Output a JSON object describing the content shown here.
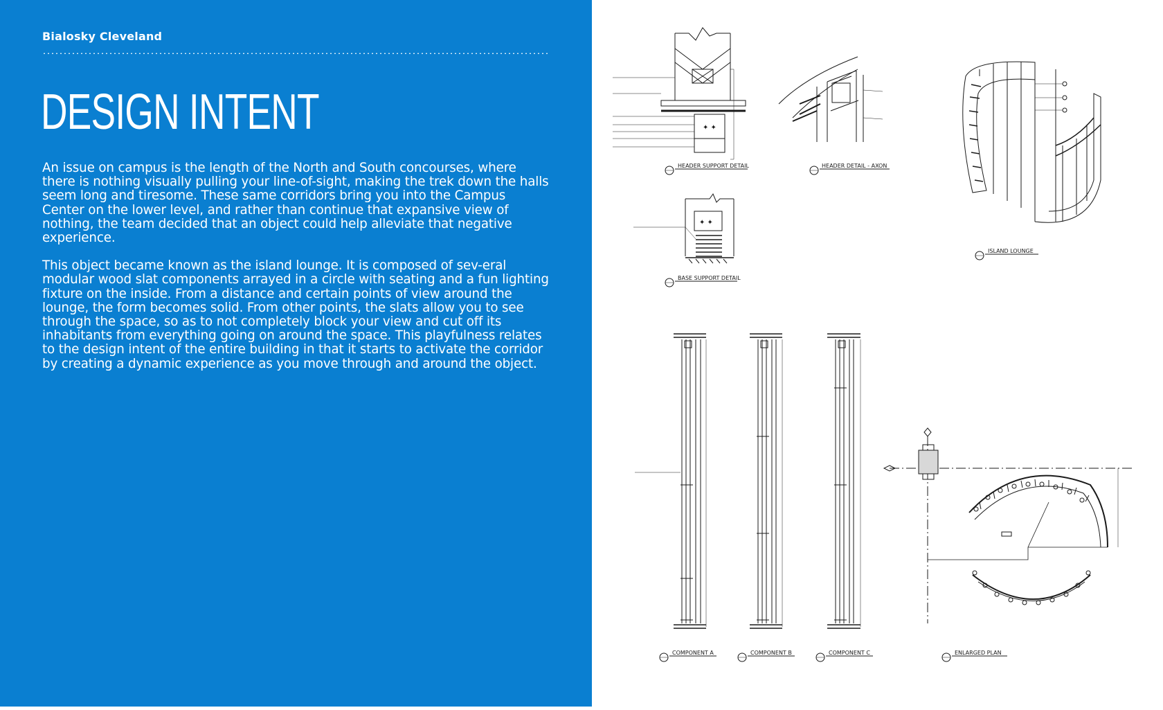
{
  "brand": "Bialosky Cleveland",
  "title": "DESIGN INTENT",
  "paragraphs": [
    "An issue on campus is the length of the North and South concourses, where there is nothing visually pulling your line-of-sight, making the trek down the halls seem long and tiresome. These same corridors bring you into the Campus Center on the lower level, and rather than continue that expansive view of nothing, the team decided that an object could help alleviate that negative experience.",
    "This object became known as the island lounge. It is composed of sev-eral modular wood slat components arrayed in a circle with seating and a fun lighting fixture on the inside. From a distance and certain points of view around the lounge, the form becomes solid. From other points, the slats allow you to see through the space, so as to not completely block your view and cut off its inhabitants from everything going on around the space. This playfulness relates to the design intent of the entire building in that it starts to activate the corridor by creating a dynamic experience as you move through and around the object."
  ],
  "drawings": {
    "header_support": "HEADER SUPPORT DETAIL",
    "header_axon": "HEADER DETAIL - AXON",
    "island_lounge": "ISLAND LOUNGE",
    "base_support": "BASE SUPPORT DETAIL",
    "component_a": "COMPONENT A",
    "component_b": "COMPONENT B",
    "component_c": "COMPONENT C",
    "enlarged_plan": "ENLARGED PLAN"
  },
  "colors": {
    "panel_blue": "#0a7fd1",
    "line": "#1a1a1a"
  }
}
